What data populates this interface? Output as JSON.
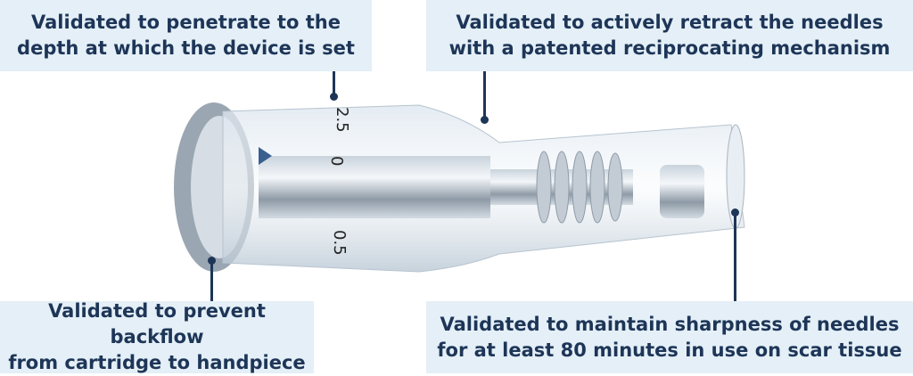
{
  "callouts": {
    "top_left": [
      "Validated to penetrate to the",
      "depth at which the device is set"
    ],
    "top_right": [
      "Validated to actively retract the needles",
      "with a patented reciprocating mechanism"
    ],
    "bottom_left": [
      "Validated to prevent backflow",
      "from cartridge to handpiece"
    ],
    "bottom_right": [
      "Validated to maintain sharpness of needles",
      "for at least 80 minutes in use on scar tissue"
    ]
  },
  "dial_labels": [
    "2.5",
    "0",
    "0.5"
  ],
  "colors": {
    "callout_bg": "#e4eff7",
    "text": "#1d3557"
  }
}
